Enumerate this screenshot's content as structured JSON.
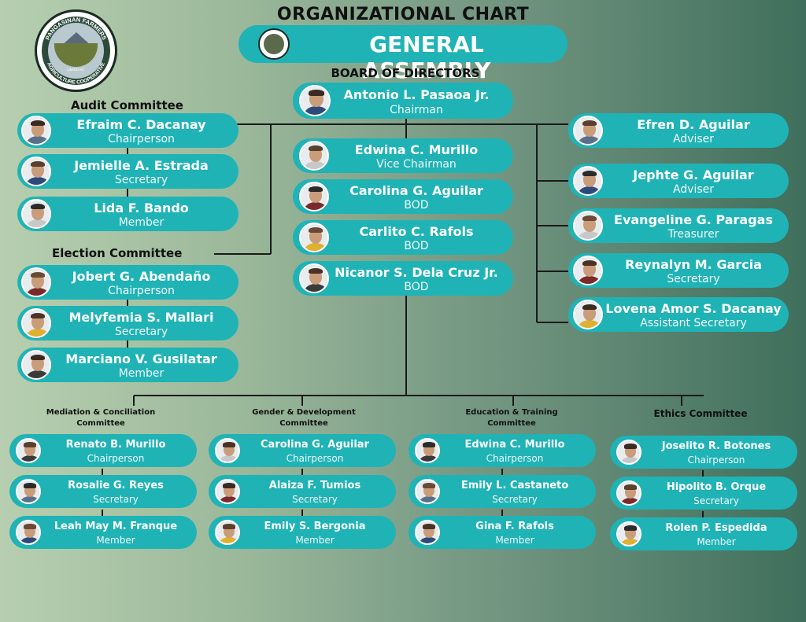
{
  "title": "ORGANIZATIONAL CHART",
  "general_assembly": "GENERAL ASSEMBLY",
  "logo": {
    "icon": "cooperative-seal-icon",
    "text": [
      "PANGASINAN FARMERS",
      "AGRICULTURE COOPERATIVE",
      "UMINGAN"
    ]
  },
  "board": {
    "heading": "BOARD OF DIRECTORS",
    "chairman": {
      "name": "Antonio L. Pasaoa Jr.",
      "role": "Chairman"
    },
    "members": [
      {
        "name": "Edwina C. Murillo",
        "role": "Vice Chairman"
      },
      {
        "name": "Carolina G. Aguilar",
        "role": "BOD"
      },
      {
        "name": "Carlito C. Rafols",
        "role": "BOD"
      },
      {
        "name": "Nicanor S. Dela Cruz Jr.",
        "role": "BOD"
      }
    ]
  },
  "audit": {
    "heading": "Audit Committee",
    "members": [
      {
        "name": "Efraim C. Dacanay",
        "role": "Chairperson"
      },
      {
        "name": "Jemielle A. Estrada",
        "role": "Secretary"
      },
      {
        "name": "Lida F. Bando",
        "role": "Member"
      }
    ]
  },
  "election": {
    "heading": "Election Committee",
    "members": [
      {
        "name": "Jobert G. Abendaño",
        "role": "Chairperson"
      },
      {
        "name": "Melyfemia S. Mallari",
        "role": "Secretary"
      },
      {
        "name": "Marciano V. Gusilatar",
        "role": "Member"
      }
    ]
  },
  "officers": [
    {
      "name": "Efren D. Aguilar",
      "role": "Adviser"
    },
    {
      "name": "Jephte G. Aguilar",
      "role": "Adviser"
    },
    {
      "name": "Evangeline G. Paragas",
      "role": "Treasurer"
    },
    {
      "name": "Reynalyn M. Garcia",
      "role": "Secretary"
    },
    {
      "name": "Lovena Amor S. Dacanay",
      "role": "Assistant Secretary"
    }
  ],
  "committees": [
    {
      "heading": [
        "Mediation & Conciliation",
        "Committee"
      ],
      "members": [
        {
          "name": "Renato B. Murillo",
          "role": "Chairperson"
        },
        {
          "name": "Rosalie G. Reyes",
          "role": "Secretary"
        },
        {
          "name": "Leah May M. Franque",
          "role": "Member"
        }
      ]
    },
    {
      "heading": [
        "Gender & Development",
        "Committee"
      ],
      "members": [
        {
          "name": "Carolina G. Aguilar",
          "role": "Chairperson"
        },
        {
          "name": "Alaiza F. Tumios",
          "role": "Secretary"
        },
        {
          "name": "Emily S. Bergonia",
          "role": "Member"
        }
      ]
    },
    {
      "heading": [
        "Education & Training",
        "Committee"
      ],
      "members": [
        {
          "name": "Edwina C. Murillo",
          "role": "Chairperson"
        },
        {
          "name": "Emily L. Castaneto",
          "role": "Secretary"
        },
        {
          "name": "Gina F. Rafols",
          "role": "Member"
        }
      ]
    },
    {
      "heading": [
        "Ethics Committee"
      ],
      "members": [
        {
          "name": "Joselito R. Botones",
          "role": "Chairperson"
        },
        {
          "name": "Hipolito B. Orque",
          "role": "Secretary"
        },
        {
          "name": "Rolen P. Espedida",
          "role": "Member"
        }
      ]
    }
  ],
  "colors": {
    "card": "#1fb3b6",
    "line": "#1a1a1a",
    "text_light": "#ffffff"
  }
}
